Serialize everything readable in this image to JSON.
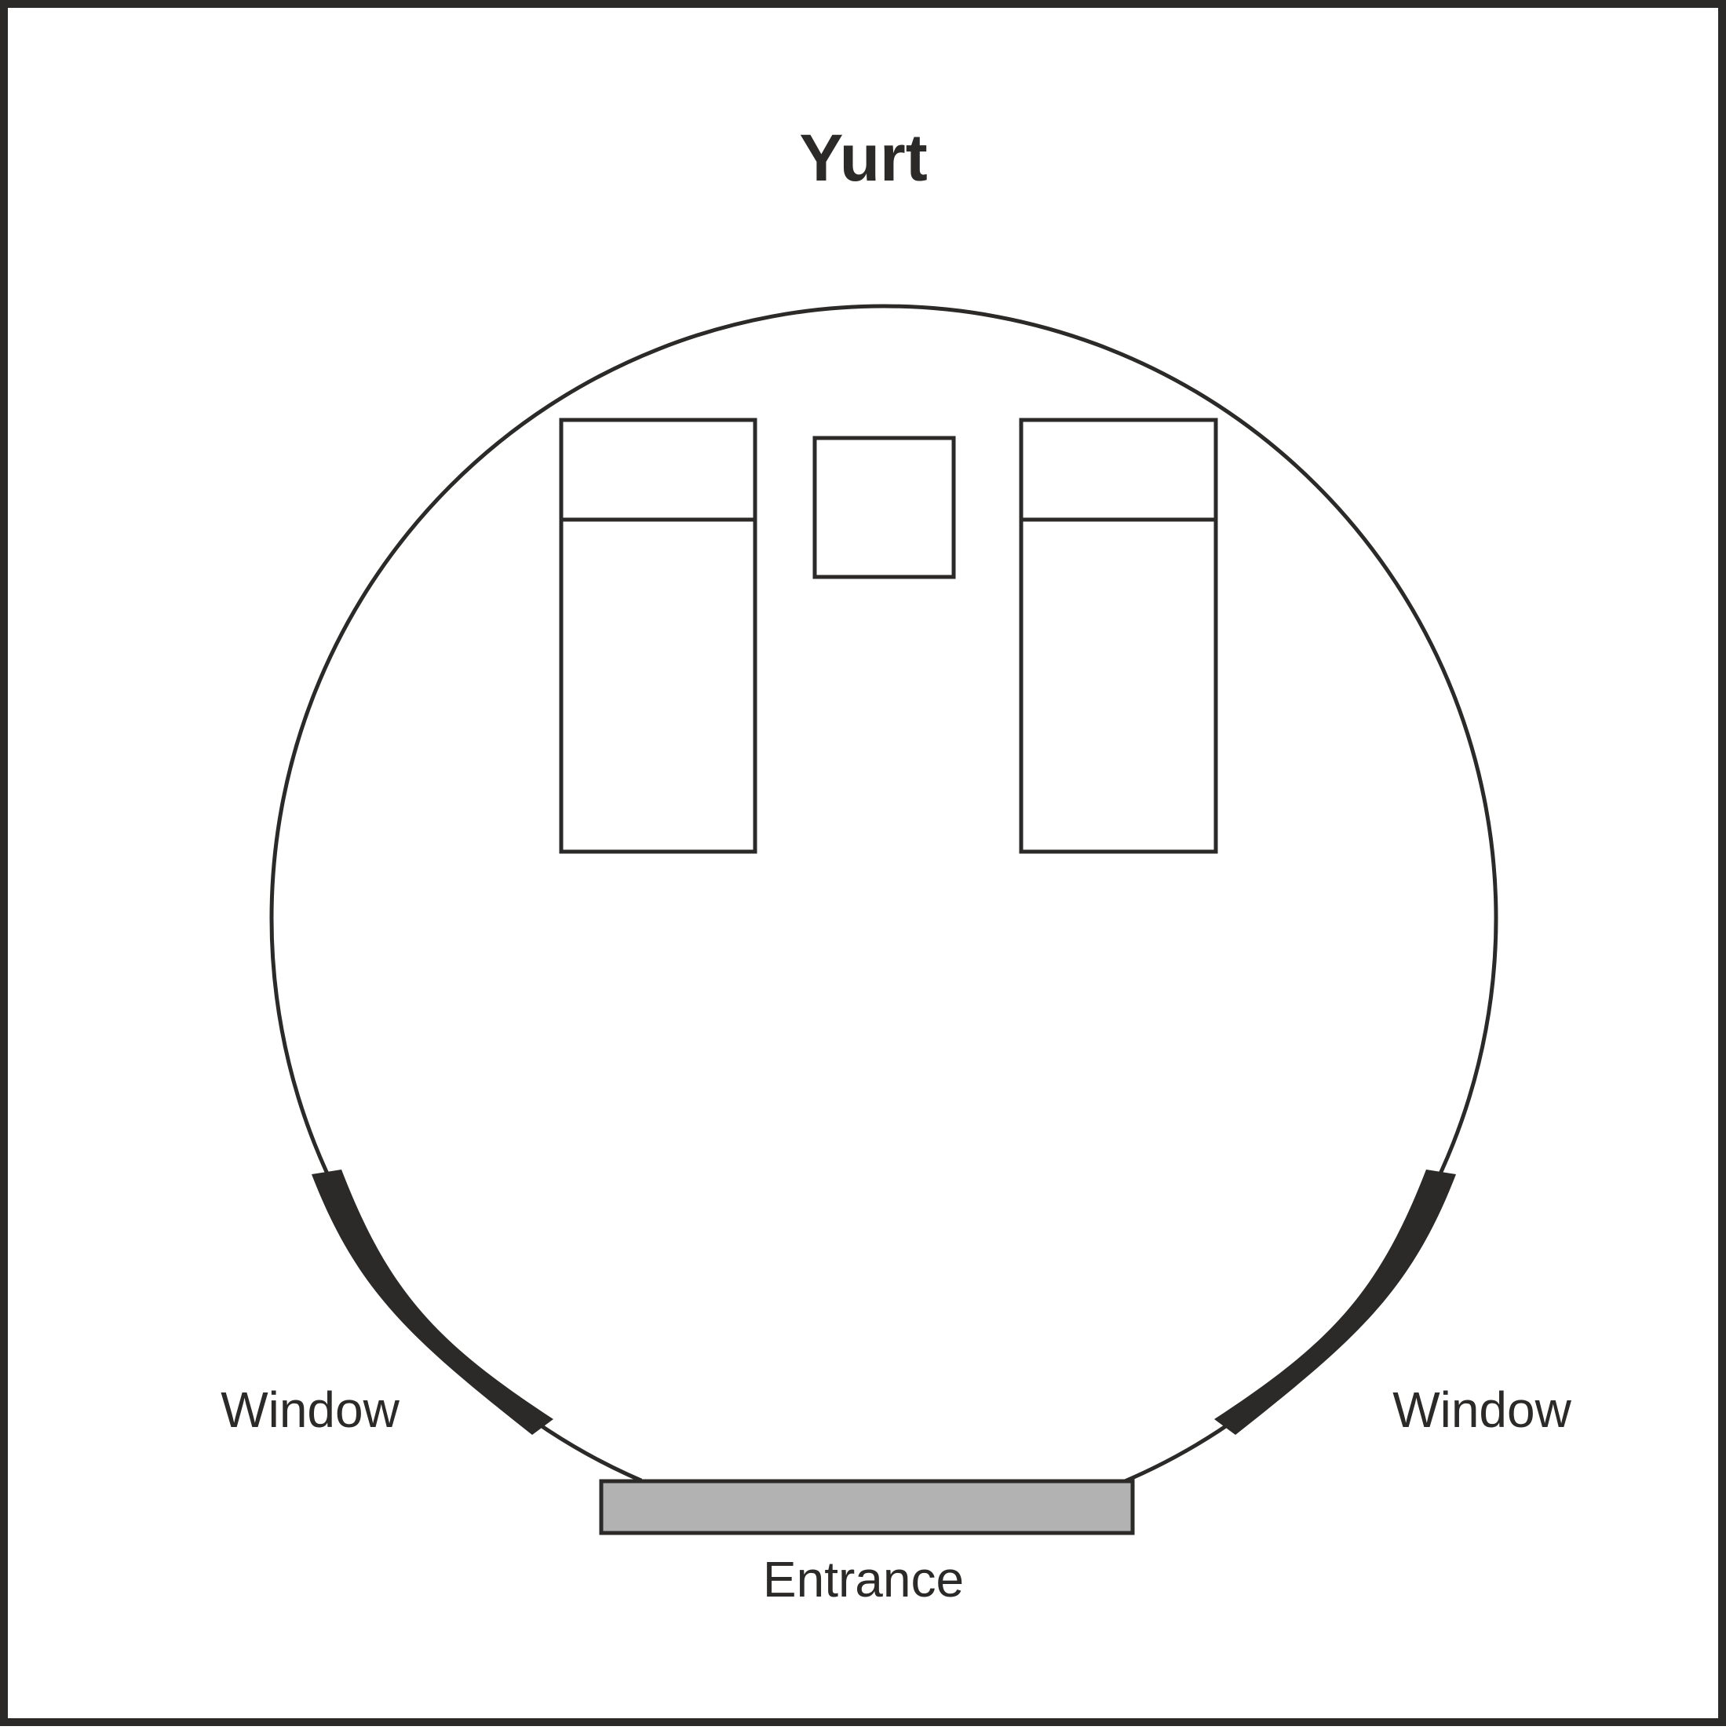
{
  "title": "Yurt",
  "labels": {
    "window_left": "Window",
    "window_right": "Window",
    "entrance": "Entrance"
  },
  "colors": {
    "stroke": "#2b2a28",
    "entrance_fill": "#b1b2b1",
    "background": "#ffffff"
  }
}
